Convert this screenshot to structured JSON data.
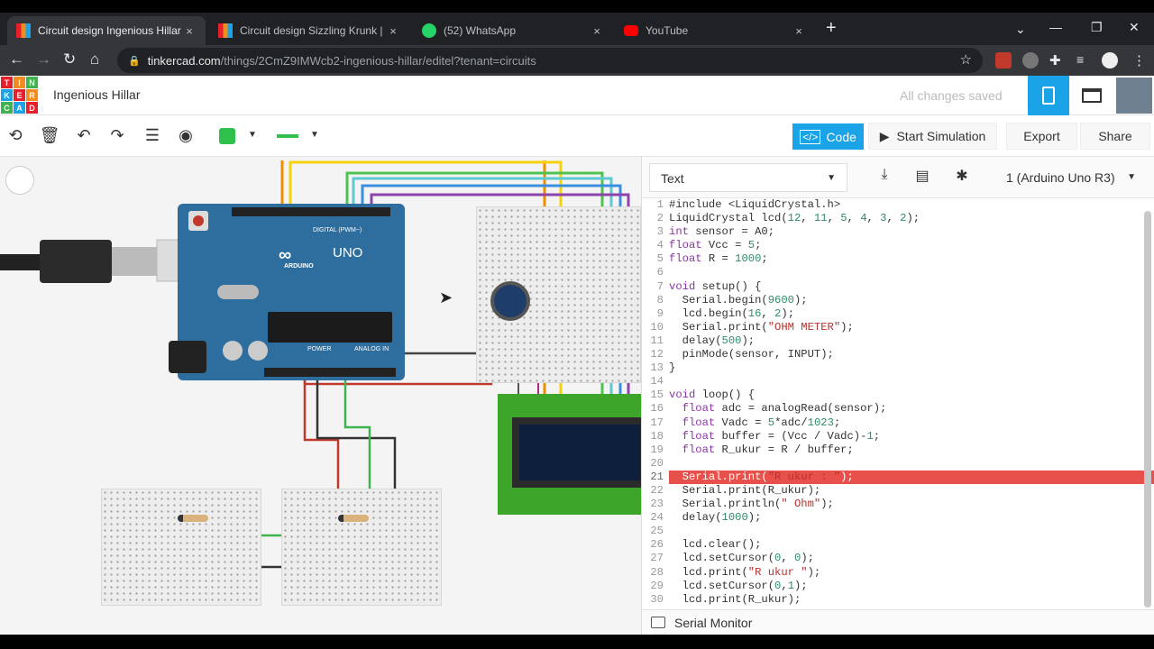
{
  "browser": {
    "tabs": [
      {
        "label": "Circuit design Ingenious Hillar | T",
        "icon": "tinkercad-favicon",
        "active": true
      },
      {
        "label": "Circuit design Sizzling Krunk | Tin",
        "icon": "tinkercad-favicon",
        "active": false
      },
      {
        "label": "(52) WhatsApp",
        "icon": "whatsapp-favicon",
        "active": false
      },
      {
        "label": "YouTube",
        "icon": "youtube-favicon",
        "active": false
      }
    ],
    "close_glyph": "×",
    "new_tab_glyph": "+",
    "url_host": "tinkercad.com",
    "url_path": "/things/2CmZ9IMWcb2-ingenious-hillar/editel?tenant=circuits"
  },
  "app": {
    "project_name": "Ingenious Hillar",
    "save_status": "All changes saved",
    "logo_letters": [
      "T",
      "I",
      "N",
      "K",
      "E",
      "R",
      "C",
      "A",
      "D"
    ],
    "brand_colors": [
      "#e6202a",
      "#f38b1f",
      "#3fb34f",
      "#1aa3e6",
      "#e6202a",
      "#f38b1f",
      "#3fb34f",
      "#1aa3e6",
      "#e6202a"
    ]
  },
  "toolbar": {
    "code_label": "Code",
    "start_simulation_label": "Start Simulation",
    "export_label": "Export",
    "share_label": "Share",
    "wire_color": "#2ec24c"
  },
  "code_panel": {
    "mode": "Text",
    "device": "1 (Arduino Uno R3)",
    "serial_monitor_label": "Serial Monitor",
    "highlighted_line": 21,
    "lines": [
      "#include <LiquidCrystal.h>",
      "LiquidCrystal lcd(12, 11, 5, 4, 3, 2);",
      "int sensor = A0;",
      "float Vcc = 5;",
      "float R = 1000;",
      "",
      "void setup() {",
      "  Serial.begin(9600);",
      "  lcd.begin(16, 2);",
      "  Serial.print(\"OHM METER\");",
      "  delay(500);",
      "  pinMode(sensor, INPUT);",
      "}",
      "",
      "void loop() {",
      "  float adc = analogRead(sensor);",
      "  float Vadc = 5*adc/1023;",
      "  float buffer = (Vcc / Vadc)-1;",
      "  float R_ukur = R / buffer;",
      "",
      "  Serial.print(\"R ukur : \");",
      "  Serial.print(R_ukur);",
      "  Serial.println(\" Ohm\");",
      "  delay(1000);",
      "",
      "  lcd.clear();",
      "  lcd.setCursor(0, 0);",
      "  lcd.print(\"R ukur \");",
      "  lcd.setCursor(0,1);",
      "  lcd.print(R_ukur);"
    ]
  },
  "canvas": {
    "board_label": "UNO",
    "board_brand": "ARDUINO",
    "digital_label": "DIGITAL (PWM~)",
    "power_label": "POWER",
    "analog_label": "ANALOG IN"
  }
}
